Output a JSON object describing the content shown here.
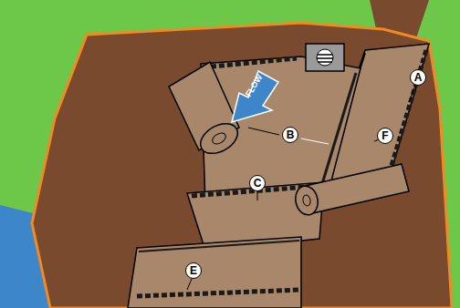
{
  "diagram": {
    "labels": [
      "A",
      "B",
      "C",
      "E",
      "F",
      "FLOW"
    ]
  }
}
